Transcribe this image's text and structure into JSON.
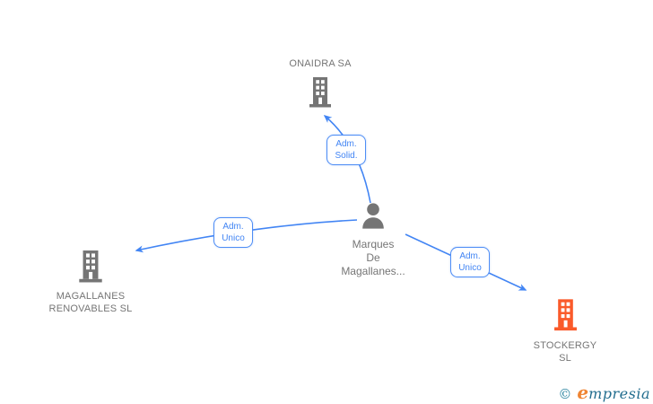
{
  "diagram": {
    "type": "corporate-relationship-graph",
    "background": "#ffffff"
  },
  "colors": {
    "edge_blue": "#4285f4",
    "edge_label_border": "#4e8df5",
    "icon_gray": "#757575",
    "text_gray": "#757575",
    "highlight_orange": "#fa5a2a",
    "watermark_teal": "#226d8e",
    "watermark_orange": "#ef8432"
  },
  "nodes": {
    "onaidra": {
      "type": "company",
      "label": "ONAIDRA SA"
    },
    "person": {
      "type": "person",
      "label_line1": "Marques",
      "label_line2": "De",
      "label_line3": "Magallanes..."
    },
    "magallanes": {
      "type": "company",
      "label_line1": "MAGALLANES",
      "label_line2": "RENOVABLES SL"
    },
    "stockergy": {
      "type": "company",
      "label_line1": "STOCKERGY",
      "label_line2": "SL"
    }
  },
  "edges": [
    {
      "from": "person",
      "to": "onaidra",
      "label_line1": "Adm.",
      "label_line2": "Solid."
    },
    {
      "from": "person",
      "to": "magallanes",
      "label_line1": "Adm.",
      "label_line2": "Unico"
    },
    {
      "from": "person",
      "to": "stockergy",
      "label_line1": "Adm.",
      "label_line2": "Unico"
    }
  ],
  "watermark": {
    "copyright": "©",
    "brand_initial": "e",
    "brand_rest": "mpresia"
  }
}
